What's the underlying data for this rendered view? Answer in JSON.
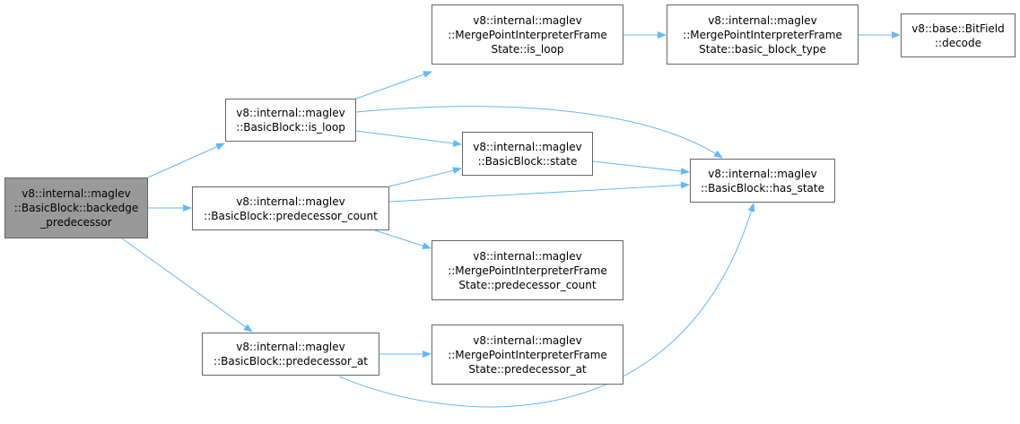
{
  "colors": {
    "edge": "#63b8ff",
    "node_border": "#666666",
    "root_fill": "#999999",
    "node_fill": "#ffffff"
  },
  "nodes": {
    "root": {
      "lines": [
        "v8::internal::maglev",
        "::BasicBlock::backedge",
        "_predecessor"
      ]
    },
    "is_loop": {
      "lines": [
        "v8::internal::maglev",
        "::BasicBlock::is_loop"
      ]
    },
    "pred_count": {
      "lines": [
        "v8::internal::maglev",
        "::BasicBlock::predecessor_count"
      ]
    },
    "pred_at": {
      "lines": [
        "v8::internal::maglev",
        "::BasicBlock::predecessor_at"
      ]
    },
    "state": {
      "lines": [
        "v8::internal::maglev",
        "::BasicBlock::state"
      ]
    },
    "has_state": {
      "lines": [
        "v8::internal::maglev",
        "::BasicBlock::has_state"
      ]
    },
    "mp_is_loop": {
      "lines": [
        "v8::internal::maglev",
        "::MergePointInterpreterFrame",
        "State::is_loop"
      ]
    },
    "mp_bbt": {
      "lines": [
        "v8::internal::maglev",
        "::MergePointInterpreterFrame",
        "State::basic_block_type"
      ]
    },
    "bitfield": {
      "lines": [
        "v8::base::BitField",
        "::decode"
      ]
    },
    "mp_pred_count": {
      "lines": [
        "v8::internal::maglev",
        "::MergePointInterpreterFrame",
        "State::predecessor_count"
      ]
    },
    "mp_pred_at": {
      "lines": [
        "v8::internal::maglev",
        "::MergePointInterpreterFrame",
        "State::predecessor_at"
      ]
    }
  },
  "edges": [
    [
      "root",
      "is_loop"
    ],
    [
      "root",
      "pred_count"
    ],
    [
      "root",
      "pred_at"
    ],
    [
      "is_loop",
      "mp_is_loop"
    ],
    [
      "is_loop",
      "state"
    ],
    [
      "is_loop",
      "has_state"
    ],
    [
      "mp_is_loop",
      "mp_bbt"
    ],
    [
      "mp_bbt",
      "bitfield"
    ],
    [
      "state",
      "has_state"
    ],
    [
      "pred_count",
      "state"
    ],
    [
      "pred_count",
      "has_state"
    ],
    [
      "pred_count",
      "mp_pred_count"
    ],
    [
      "pred_at",
      "mp_pred_at"
    ],
    [
      "pred_at",
      "has_state"
    ]
  ]
}
